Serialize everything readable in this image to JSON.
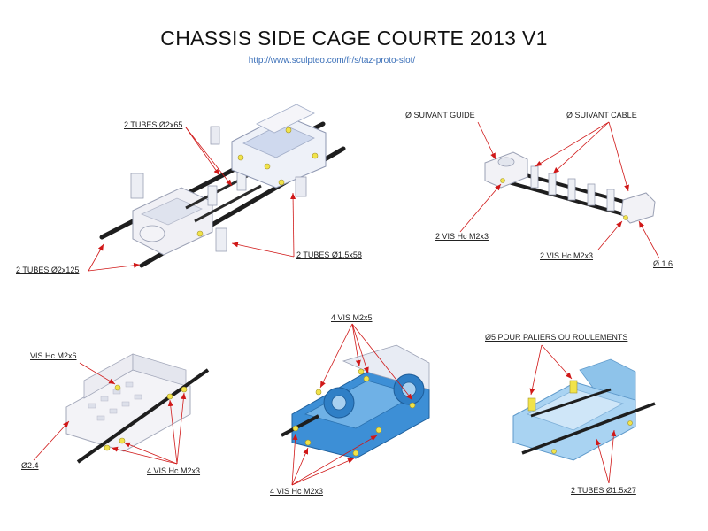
{
  "title": "CHASSIS SIDE CAGE COURTE 2013 V1",
  "url": "http://www.sculpteo.com/fr/s/taz-proto-slot/",
  "labels": {
    "tubes_2x65": "2 TUBES  Ø2x65",
    "tubes_2x125": "2 TUBES  Ø2x125",
    "tubes_1_5x58": "2 TUBES  Ø1.5x58",
    "suivant_guide": "Ø SUIVANT  GUIDE",
    "suivant_cable": "Ø SUIVANT  CABLE",
    "vis_m2x3_a": "2 VIS Hc M2x3",
    "vis_m2x3_b": "2 VIS Hc M2x3",
    "dia_1_6": "Ø 1.6",
    "vis_m2x6": "VIS Hc M2x6",
    "dia_2_4": "Ø2.4",
    "vis4_m2x3_a": "4 VIS Hc M2x3",
    "vis4_m2x5": "4 VIS M2x5",
    "vis4_m2x3_b": "4 VIS Hc M2x3",
    "paliers": "Ø5 POUR PALIERS OU ROULEMENTS",
    "tubes_1_5x27": "2 TUBES  Ø1.5x27"
  },
  "colors": {
    "arrow": "#d01818",
    "rod": "#1e1e1e",
    "part_white": "#f2f2f6",
    "part_edge": "#9aa0b4",
    "part_blue": "#3d8fd6",
    "part_lightblue": "#a9d3f2",
    "screw": "#f1e34a"
  }
}
